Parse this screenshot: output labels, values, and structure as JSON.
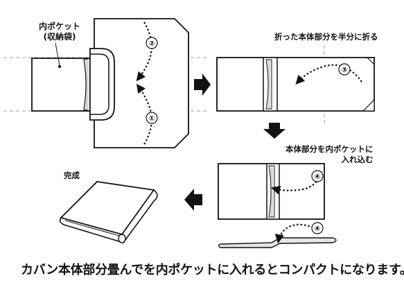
{
  "labels": {
    "inner_pocket_line1": "内ポケット",
    "inner_pocket_line2": "(収納袋)",
    "fold_half": "折った本体部分を半分に折る",
    "insert_line1": "本体部分を内ポケットに",
    "insert_line2": "入れ込む",
    "done": "完成"
  },
  "step_numbers": {
    "one": "①",
    "two": "②",
    "three": "③",
    "four_a": "④",
    "four_b": "④"
  },
  "caption": "カバン本体部分畳んでを内ポケットに入れるとコンパクトになります。",
  "colors": {
    "line": "#111111",
    "fill": "#ffffff",
    "dash": "#999999"
  },
  "icons": [
    "right-arrow-icon",
    "down-arrow-icon",
    "left-arrow-icon"
  ]
}
